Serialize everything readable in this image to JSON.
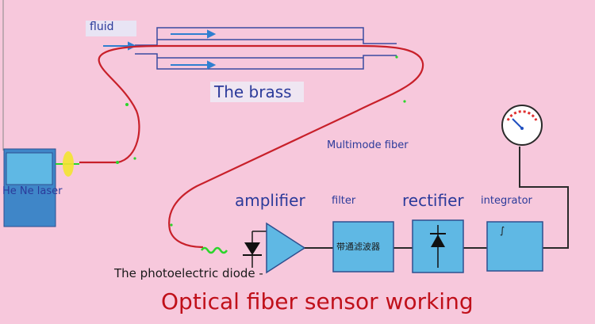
{
  "labels": {
    "fluid": "fluid",
    "brass": "The brass",
    "multimode_fiber": "Multimode fiber",
    "laser": "He Ne laser",
    "amplifier": "amplifier",
    "filter": "filter",
    "rectifier": "rectifier",
    "integrator": "integrator",
    "photodiode": "The photoelectric diode -",
    "filter_box_text": "带通滤波器",
    "integrator_box_text": "∫",
    "caption": "Optical fiber sensor working"
  },
  "colors": {
    "background": "#f7c8dc",
    "fiber": "#c8202a",
    "box_fill": "#5fb8e4",
    "box_stroke": "#2f4f8f",
    "wire": "#2a2a2a",
    "label_blue": "#2b3a9a",
    "caption": "#c0101a",
    "green_beam": "#2bd52b"
  },
  "icons": [
    "meter-icon",
    "diode-icon",
    "amplifier-triangle-icon",
    "laser-beam-icon"
  ]
}
